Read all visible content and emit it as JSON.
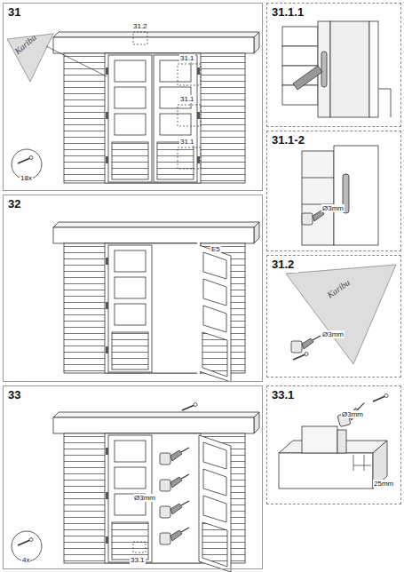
{
  "diagram": {
    "nodes": [
      {
        "text": [
          "31"
        ]
      },
      {
        "text": [
          "31.1.1"
        ]
      },
      {
        "text": [
          "31.1-2"
        ]
      },
      {
        "text": [
          "31.2"
        ]
      },
      {
        "text": [
          "32"
        ]
      },
      {
        "text": [
          "33"
        ]
      },
      {
        "text": [
          "33.1"
        ]
      }
    ],
    "labels": [
      "31.2",
      "31.1",
      "31.1",
      "31.1",
      "Karibu",
      "18x",
      "E5",
      "Ø3mm",
      "33.1",
      "4x",
      "Ø3mm",
      "Ø3mm",
      "Karibu",
      "Ø3mm",
      "25mm"
    ]
  }
}
